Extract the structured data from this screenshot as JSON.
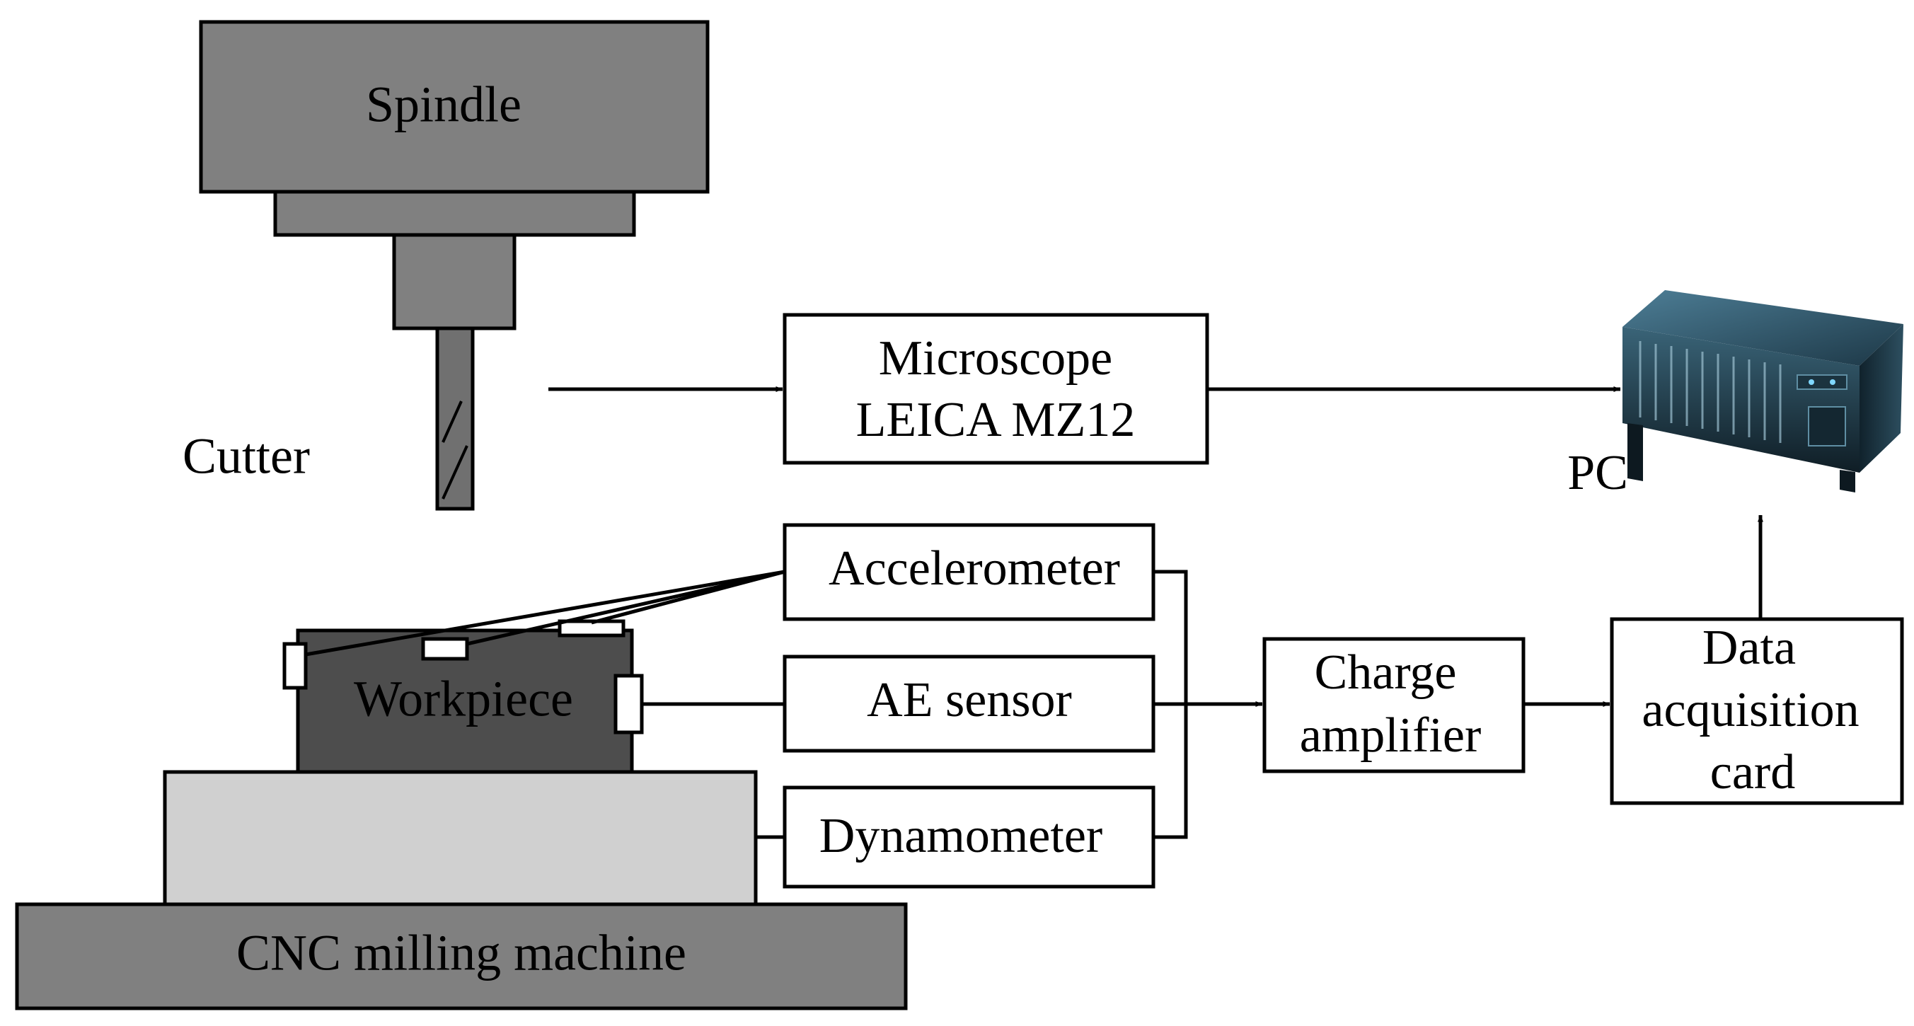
{
  "machine": {
    "spindle_label": "Spindle",
    "cutter_label": "Cutter",
    "workpiece_label": "Workpiece",
    "machine_label": "CNC milling machine"
  },
  "instruments": {
    "microscope_line1": "Microscope",
    "microscope_line2": "LEICA MZ12",
    "accelerometer": "Accelerometer",
    "ae_sensor": "AE sensor",
    "dynamometer": "Dynamometer",
    "charge_amp_line1": "Charge",
    "charge_amp_line2": "amplifier",
    "daq_line1": "Data",
    "daq_line2": "acquisition",
    "daq_line3": "card",
    "pc_label": "PC"
  },
  "colors": {
    "spindle": "#808080",
    "workpiece": "#4d4d4d",
    "table": "#d0d0d0",
    "machine_base": "#808080",
    "cutter": "#707070",
    "line": "#000000"
  },
  "icons": {
    "pc": "server-rack-icon"
  }
}
